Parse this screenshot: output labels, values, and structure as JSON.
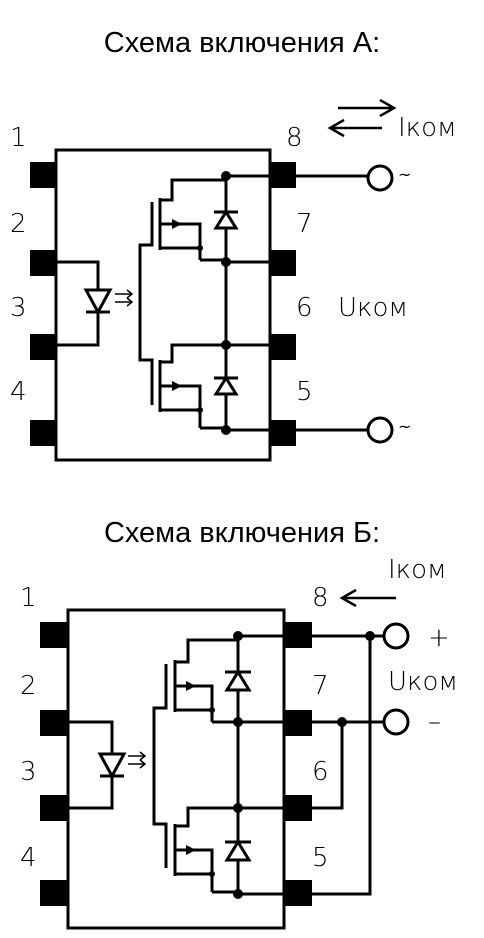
{
  "diagram_a": {
    "title": "Схема включения А:",
    "pins": [
      "1",
      "2",
      "3",
      "4",
      "5",
      "6",
      "7",
      "8"
    ],
    "current_label": "Iком",
    "voltage_label": "Uком",
    "terminal_top": "~",
    "terminal_bottom": "~"
  },
  "diagram_b": {
    "title": "Схема включения Б:",
    "pins": [
      "1",
      "2",
      "3",
      "4",
      "5",
      "6",
      "7",
      "8"
    ],
    "current_label": "Iком",
    "voltage_label": "Uком",
    "terminal_plus": "+",
    "terminal_minus": "–"
  }
}
